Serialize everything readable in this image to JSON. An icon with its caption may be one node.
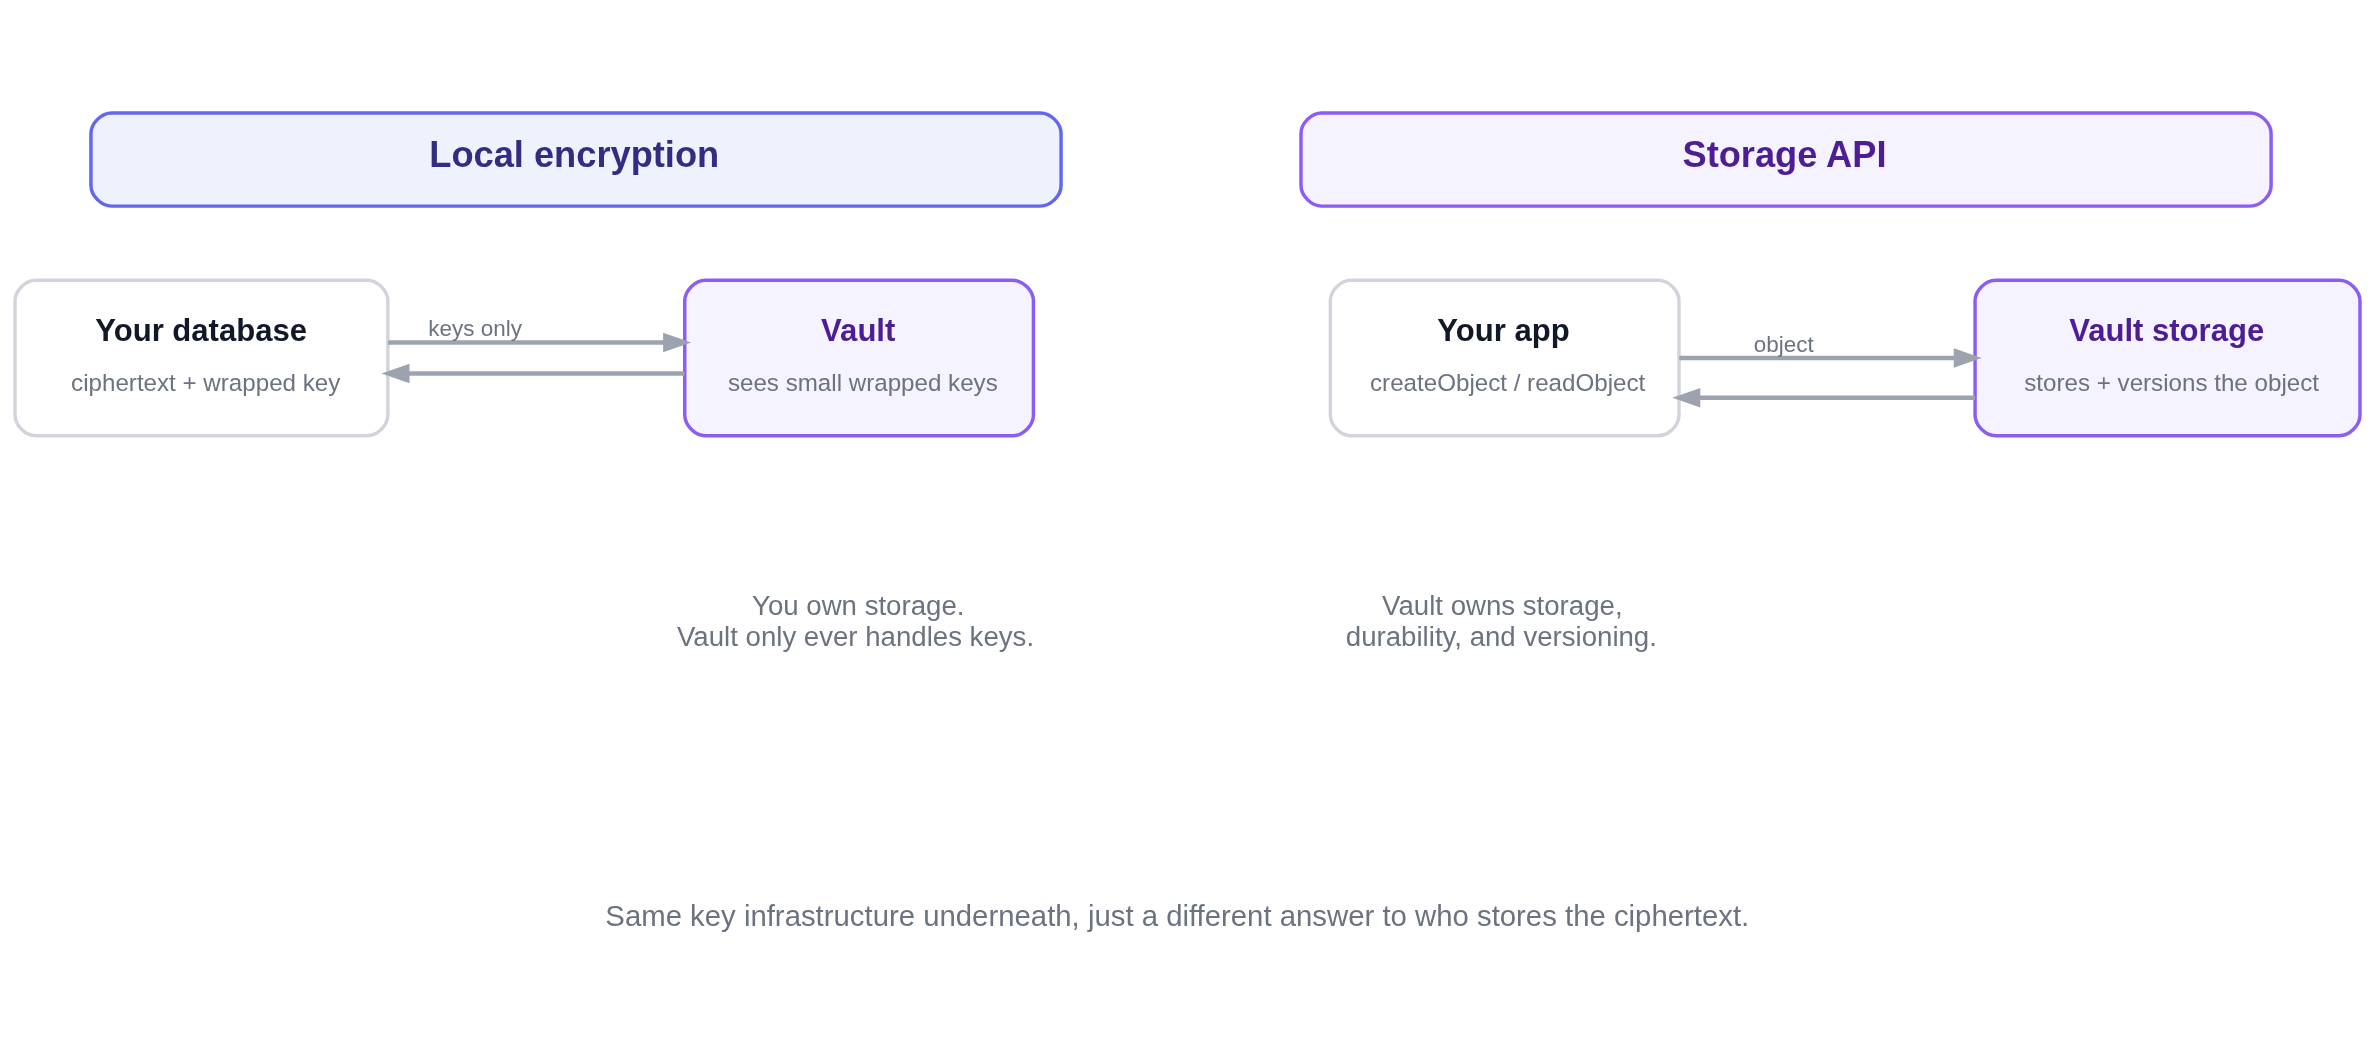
{
  "diagram": {
    "caption": "Same key infrastructure underneath, just a different answer to who stores the ciphertext.",
    "nodes": [
      {
        "text": [
          "Local encryption"
        ]
      },
      {
        "text": [
          "Storage API"
        ]
      },
      {
        "text": [
          "Your database",
          "ciphertext + wrapped key"
        ]
      },
      {
        "text": [
          "Vault",
          "sees small wrapped keys"
        ]
      },
      {
        "text": [
          "Your app",
          "createObject / readObject"
        ]
      },
      {
        "text": [
          "Vault storage",
          "stores + versions the object"
        ]
      }
    ],
    "edges": [
      {
        "from": 2,
        "to": 3,
        "arrow": "to",
        "label": "keys only"
      },
      {
        "from": 3,
        "to": 2,
        "arrow": "to"
      },
      {
        "from": 4,
        "to": 5,
        "arrow": "to",
        "label": "object"
      },
      {
        "from": 5,
        "to": 4,
        "arrow": "to"
      }
    ],
    "labels": [
      "You own storage. Vault only ever handles keys.",
      "Vault owns storage, durability, and versioning."
    ]
  }
}
